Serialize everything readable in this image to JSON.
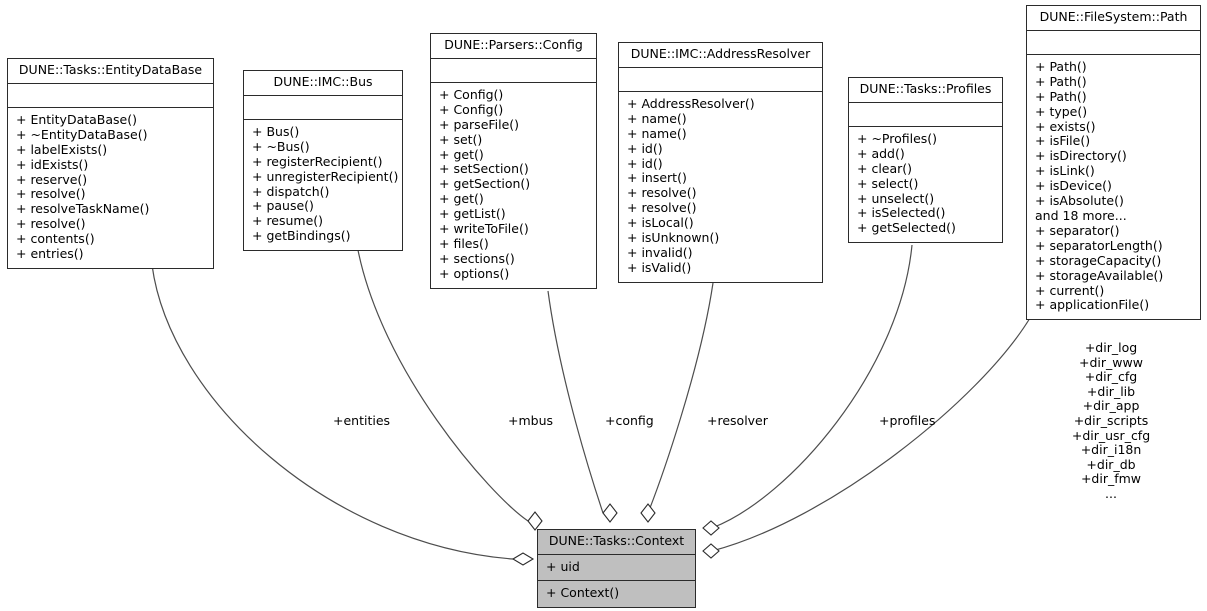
{
  "diagram": {
    "kind": "uml-collaboration-diagram",
    "background_color": "#ffffff",
    "line_color": "#4d4d4d",
    "border_color": "#2b2b2b",
    "highlight_fill": "#bfbfbf",
    "nodes": [
      {
        "id": "entitydatabase",
        "title": "DUNE::Tasks::EntityDataBase",
        "attributes": [],
        "operations": [
          "+ EntityDataBase()",
          "+ ~EntityDataBase()",
          "+ labelExists()",
          "+ idExists()",
          "+ reserve()",
          "+ resolve()",
          "+ resolveTaskName()",
          "+ resolve()",
          "+ contents()",
          "+ entries()"
        ]
      },
      {
        "id": "bus",
        "title": "DUNE::IMC::Bus",
        "attributes": [],
        "operations": [
          "+ Bus()",
          "+ ~Bus()",
          "+ registerRecipient()",
          "+ unregisterRecipient()",
          "+ dispatch()",
          "+ pause()",
          "+ resume()",
          "+ getBindings()"
        ]
      },
      {
        "id": "config",
        "title": "DUNE::Parsers::Config",
        "attributes": [],
        "operations": [
          "+ Config()",
          "+ Config()",
          "+ parseFile()",
          "+ set()",
          "+ get()",
          "+ setSection()",
          "+ getSection()",
          "+ get()",
          "+ getList()",
          "+ writeToFile()",
          "+ files()",
          "+ sections()",
          "+ options()"
        ]
      },
      {
        "id": "addressresolver",
        "title": "DUNE::IMC::AddressResolver",
        "attributes": [],
        "operations": [
          "+ AddressResolver()",
          "+ name()",
          "+ name()",
          "+ id()",
          "+ id()",
          "+ insert()",
          "+ resolve()",
          "+ resolve()",
          "+ isLocal()",
          "+ isUnknown()",
          "+ invalid()",
          "+ isValid()"
        ]
      },
      {
        "id": "profiles",
        "title": "DUNE::Tasks::Profiles",
        "attributes": [],
        "operations": [
          "+ ~Profiles()",
          "+ add()",
          "+ clear()",
          "+ select()",
          "+ unselect()",
          "+ isSelected()",
          "+ getSelected()"
        ]
      },
      {
        "id": "path",
        "title": "DUNE::FileSystem::Path",
        "attributes": [],
        "operations": [
          "+ Path()",
          "+ Path()",
          "+ Path()",
          "+ type()",
          "+ exists()",
          "+ isFile()",
          "+ isDirectory()",
          "+ isLink()",
          "+ isDevice()",
          "+ isAbsolute()",
          "and 18 more...",
          "+ separator()",
          "+ separatorLength()",
          "+ storageCapacity()",
          "+ storageAvailable()",
          "+ current()",
          "+ applicationFile()"
        ]
      },
      {
        "id": "context",
        "title": "DUNE::Tasks::Context",
        "attributes": [
          "+ uid"
        ],
        "operations": [
          "+ Context()"
        ]
      }
    ],
    "edges": [
      {
        "id": "edge-entities",
        "from": "entitydatabase",
        "to": "context",
        "label": "+entities",
        "type": "aggregation"
      },
      {
        "id": "edge-mbus",
        "from": "bus",
        "to": "context",
        "label": "+mbus",
        "type": "aggregation"
      },
      {
        "id": "edge-config",
        "from": "config",
        "to": "context",
        "label": "+config",
        "type": "aggregation"
      },
      {
        "id": "edge-resolver",
        "from": "addressresolver",
        "to": "context",
        "label": "+resolver",
        "type": "aggregation"
      },
      {
        "id": "edge-profiles",
        "from": "profiles",
        "to": "context",
        "label": "+profiles",
        "type": "aggregation"
      },
      {
        "id": "edge-dirs",
        "from": "path",
        "to": "context",
        "type": "aggregation",
        "label_lines": [
          "+dir_log",
          "+dir_www",
          "+dir_cfg",
          "+dir_lib",
          "+dir_app",
          "+dir_scripts",
          "+dir_usr_cfg",
          "+dir_i18n",
          "+dir_db",
          "+dir_fmw",
          "..."
        ]
      }
    ]
  }
}
